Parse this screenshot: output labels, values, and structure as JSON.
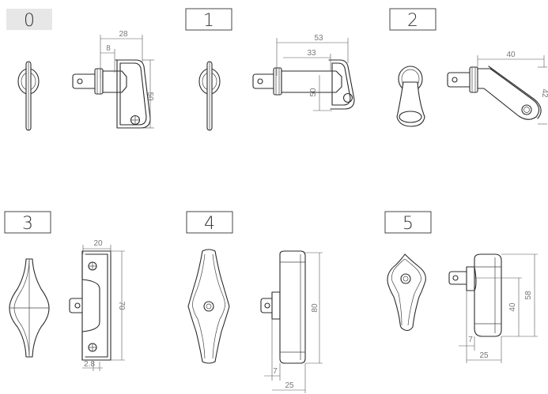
{
  "variants": [
    {
      "label": "0",
      "dims": [
        "28",
        "8",
        "50"
      ]
    },
    {
      "label": "1",
      "dims": [
        "53",
        "33",
        "50"
      ]
    },
    {
      "label": "2",
      "dims": [
        "40",
        "42"
      ]
    },
    {
      "label": "3",
      "dims": [
        "20",
        "70",
        "2.8"
      ]
    },
    {
      "label": "4",
      "dims": [
        "80",
        "7",
        "25"
      ]
    },
    {
      "label": "5",
      "dims": [
        "58",
        "40",
        "7",
        "25"
      ]
    }
  ],
  "colors": {
    "line": "#2a2a2a",
    "dimension": "#777777",
    "selected_box": "#e7e7e7"
  }
}
